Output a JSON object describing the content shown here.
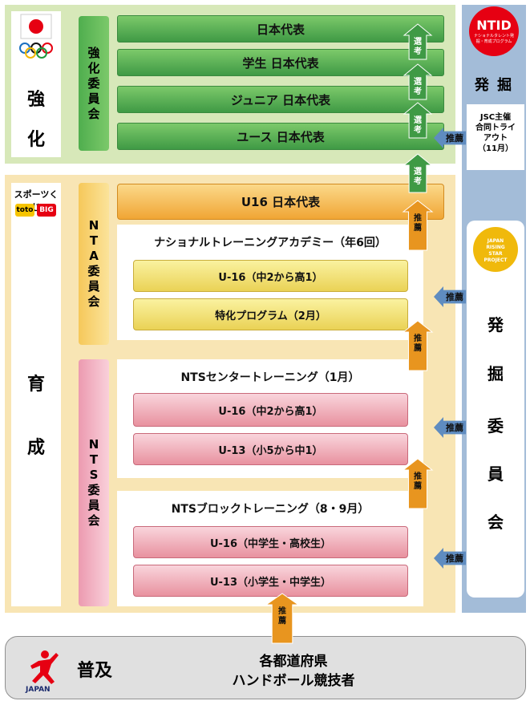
{
  "kyoka": {
    "side_label": [
      "強",
      "化"
    ],
    "committee": "強化委員会",
    "levels": [
      "日本代表",
      "学生 日本代表",
      "ジュニア 日本代表",
      "ユース 日本代表"
    ]
  },
  "ikusei": {
    "side_label": [
      "育",
      "成"
    ],
    "nta_committee": "NTA委員会",
    "nts_committee": "NTS委員会",
    "u16_team": "U16 日本代表",
    "nta_title": "ナショナルトレーニングアカデミー（年6回）",
    "nta_programs": [
      "U-16（中2から高1）",
      "特化プログラム（2月）"
    ],
    "nts_center_title": "NTSセンタートレーニング（1月）",
    "nts_center_programs": [
      "U-16（中2から高1）",
      "U-13（小5から中1）"
    ],
    "nts_block_title": "NTSブロックトレーニング（8・9月）",
    "nts_block_programs": [
      "U-16（中学生・高校生）",
      "U-13（小学生・中学生）"
    ]
  },
  "hakkutsu": {
    "ntid_logo": "NTID",
    "ntid_subtitle": "ナショナルタレント発掘・育成プログラム",
    "label": "発 掘",
    "jsc_tryout": [
      "JSC主催",
      "合同トライ",
      "アウト",
      "（11月）"
    ],
    "jrs_logo": [
      "JAPAN",
      "RISING",
      "STAR",
      "PROJECT"
    ],
    "committee": [
      "発",
      "掘",
      "委",
      "員",
      "会"
    ]
  },
  "fukyu": {
    "logo_text": "JAPAN",
    "label": "普及",
    "description": [
      "各都道府県",
      "ハンドボール競技者"
    ]
  },
  "arrows": {
    "select": "選考",
    "recommend": "推薦"
  },
  "sponsor": {
    "name": "スポーツくじ",
    "toto": "toto",
    "big": "BIG"
  },
  "colors": {
    "kyoka_bg": "#d7e8b9",
    "ikusei_bg": "#f8e5b4",
    "hakkutsu_bg": "#a3bcd8",
    "green_arrow": "#3f9a45",
    "orange_arrow": "#e8951f",
    "blue_arrow": "#5f8cc0",
    "ntid_red": "#e60012"
  }
}
